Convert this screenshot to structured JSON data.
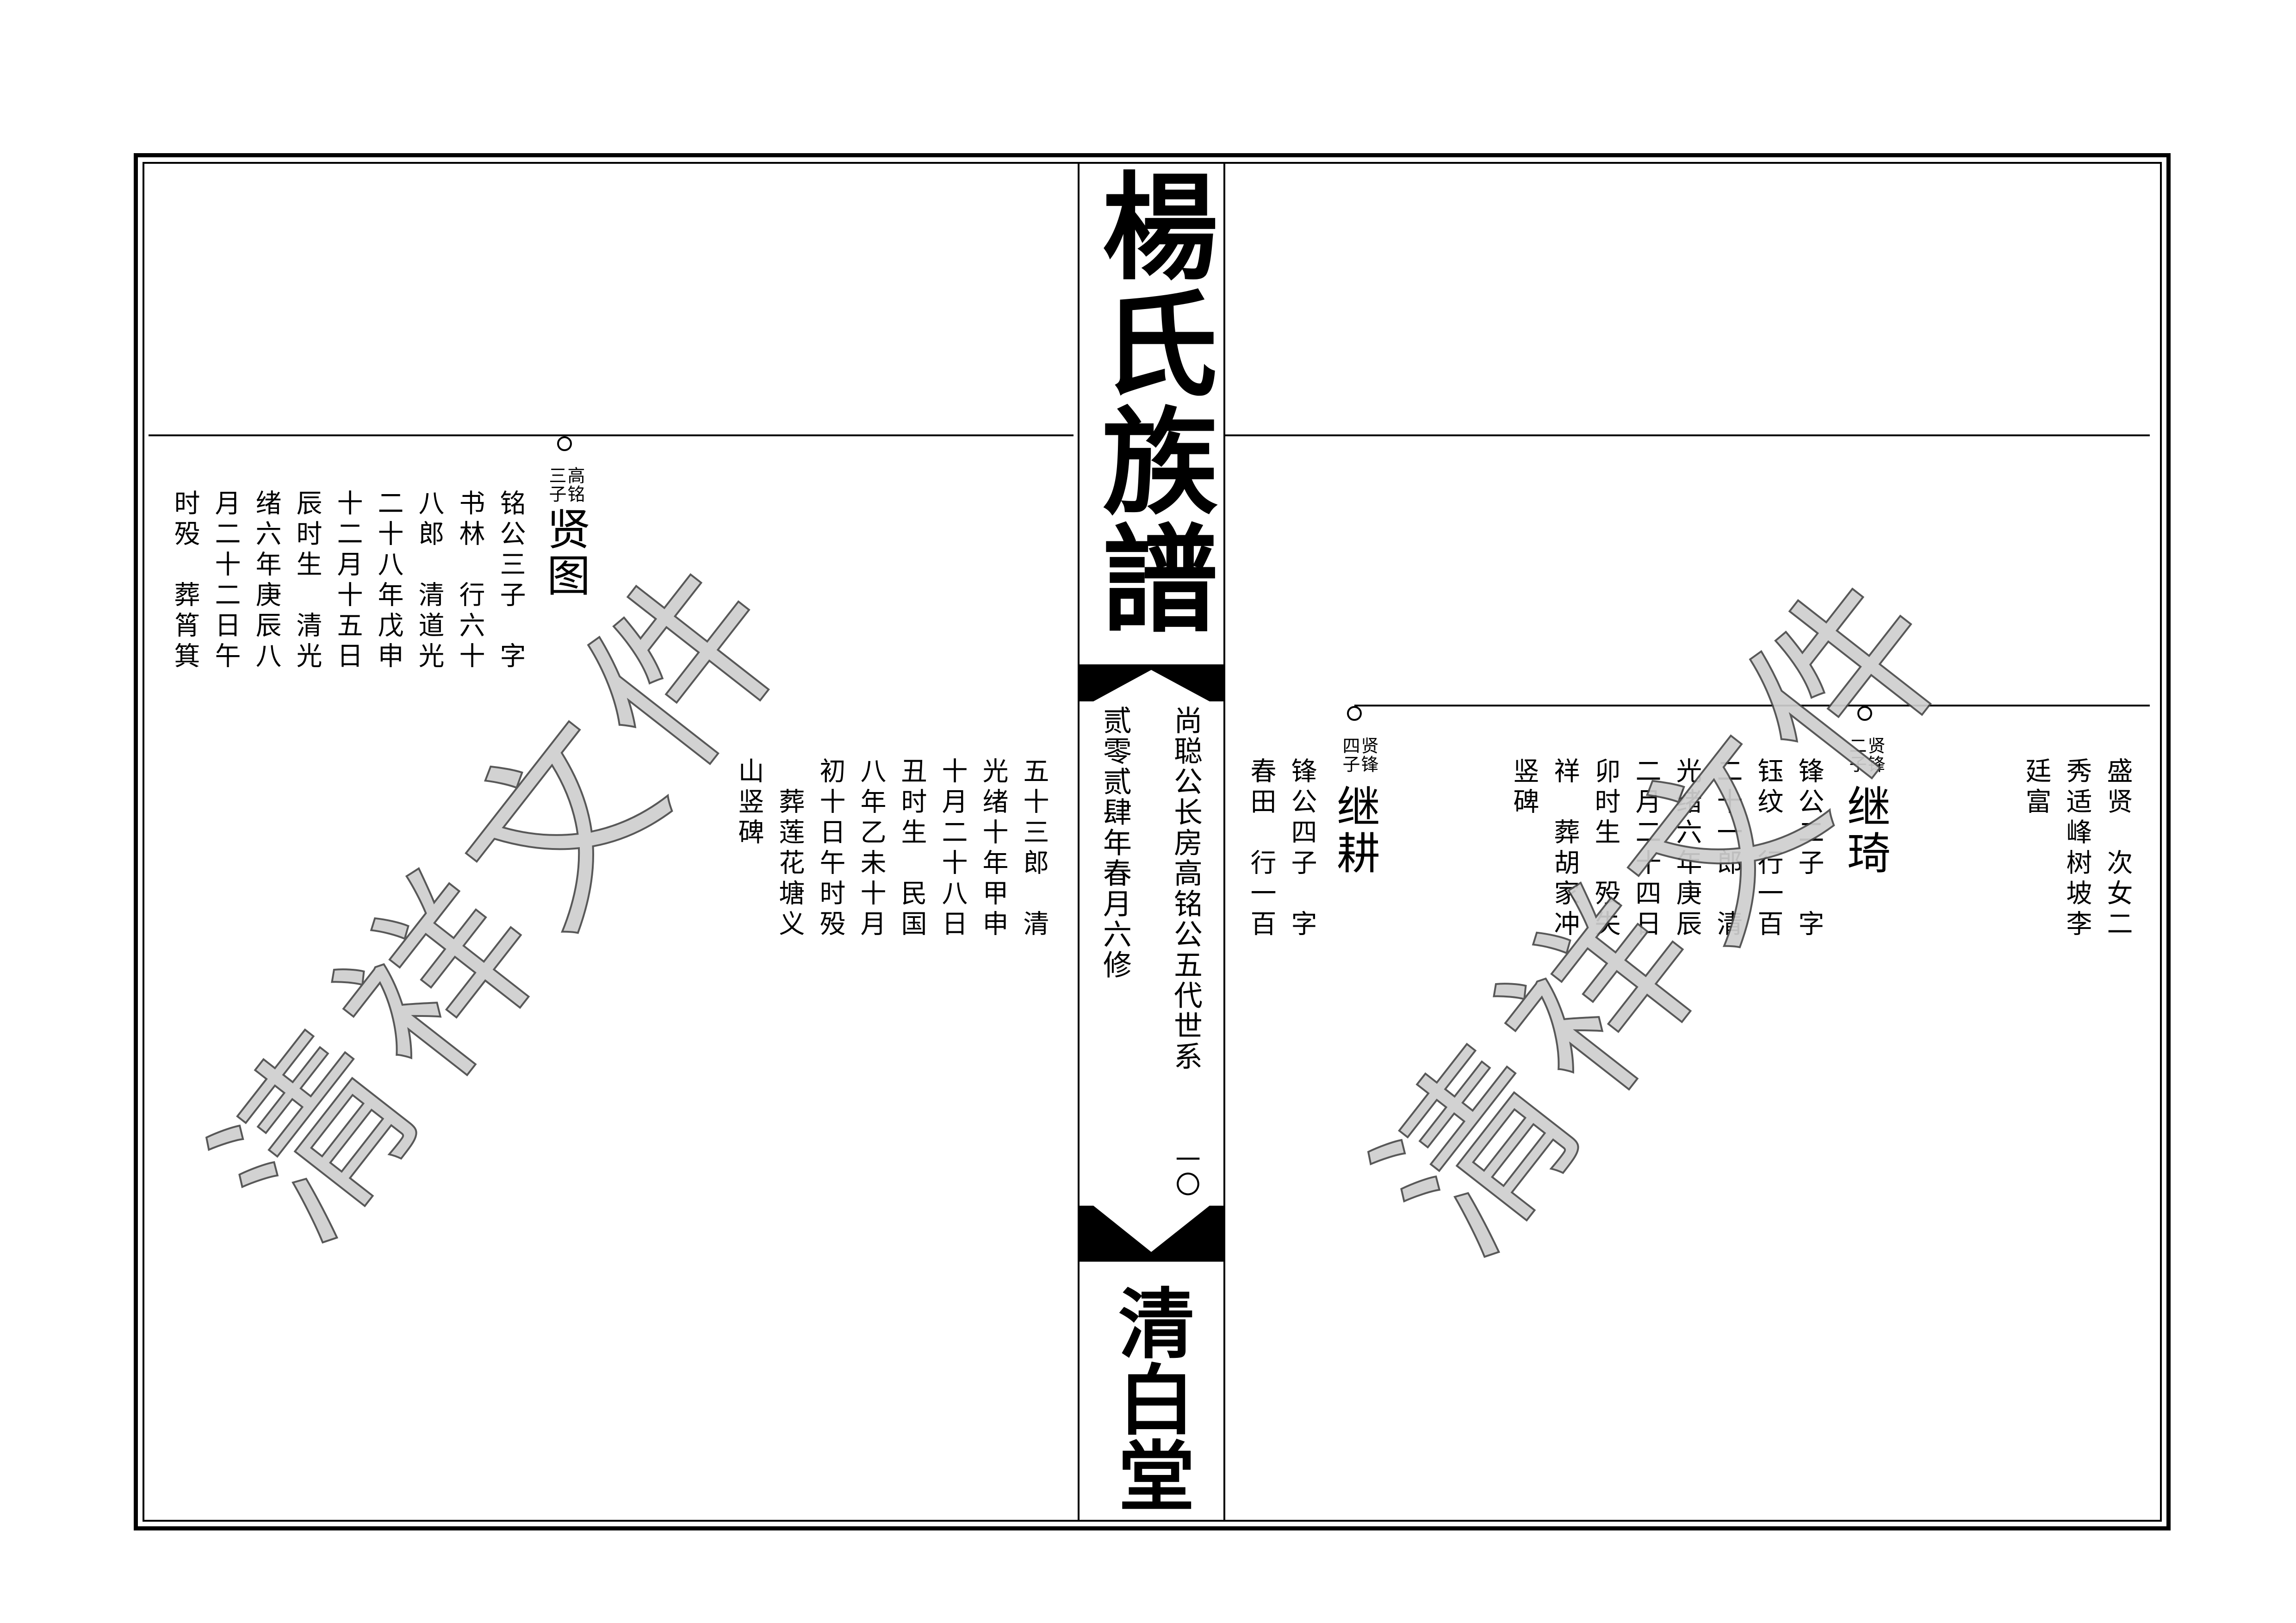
{
  "spine": {
    "title": "楊氏族譜",
    "branch": "尚聪公长房高铭公五代世系",
    "edition": "贰零贰肆年春月六修",
    "page_number": "一〇",
    "hall": "清白堂"
  },
  "left_page": {
    "upper_entry": {
      "name": "贤图",
      "relation_right": "高铭",
      "relation_left": "三子",
      "columns": [
        "铭公三子　字",
        "书林　行六十",
        "八郎　清道光",
        "二十八年戊申",
        "十二月十五日",
        "辰时生　清光",
        "绪六年庚辰八",
        "月二十二日午",
        "时殁　葬筲箕"
      ]
    },
    "lower_text": {
      "columns": [
        "五十三郎　清",
        "光绪十年甲申",
        "十月二十八日",
        "丑时生　民国",
        "八年乙未十月",
        "初十日午时殁",
        "　葬莲花塘义",
        "山竖碑"
      ]
    },
    "watermark": "清祥文件"
  },
  "right_page": {
    "carryover": {
      "columns": [
        "盛贤　次女二",
        "秀适峰树坡李",
        "廷富"
      ]
    },
    "entries": [
      {
        "name": "继琦",
        "relation_right": "贤锋",
        "relation_left": "二子",
        "columns": [
          "锋公二子　字",
          "钰纹　行一百",
          "二十一郎　清",
          "光绪六年庚辰",
          "二月二十四日",
          "卯时生　殁失",
          "祥　葬胡家冲",
          "竖碑"
        ]
      },
      {
        "name": "继耕",
        "relation_right": "贤锋",
        "relation_left": "四子",
        "columns": [
          "锋公四子　字",
          "春田　行一百"
        ]
      }
    ],
    "watermark": "清祥文件"
  }
}
